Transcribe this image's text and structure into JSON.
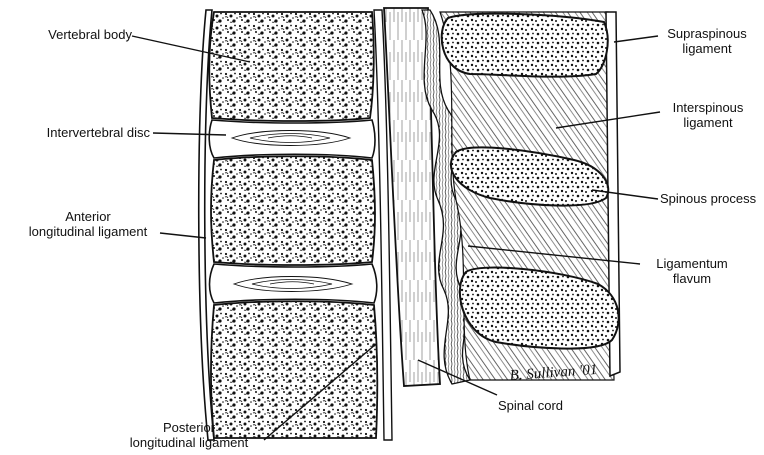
{
  "labels": {
    "vertebral_body": "Vertebral body",
    "intervertebral_disc": "Intervertebral disc",
    "anterior_ligament": [
      "Anterior",
      "longitudinal ligament"
    ],
    "posterior_ligament": [
      "Posterior",
      "longitudinal ligament"
    ],
    "supraspinous_ligament": [
      "Supraspinous",
      "ligament"
    ],
    "interspinous_ligament": [
      "Interspinous",
      "ligament"
    ],
    "spinous_process": "Spinous process",
    "ligamentum_flavum": [
      "Ligamentum",
      "flavum"
    ],
    "spinal_cord": "Spinal cord"
  },
  "signature": "B. Sullivan '01",
  "colors": {
    "ink": "#111111",
    "bone": "#ffffff",
    "background": "#ffffff"
  }
}
